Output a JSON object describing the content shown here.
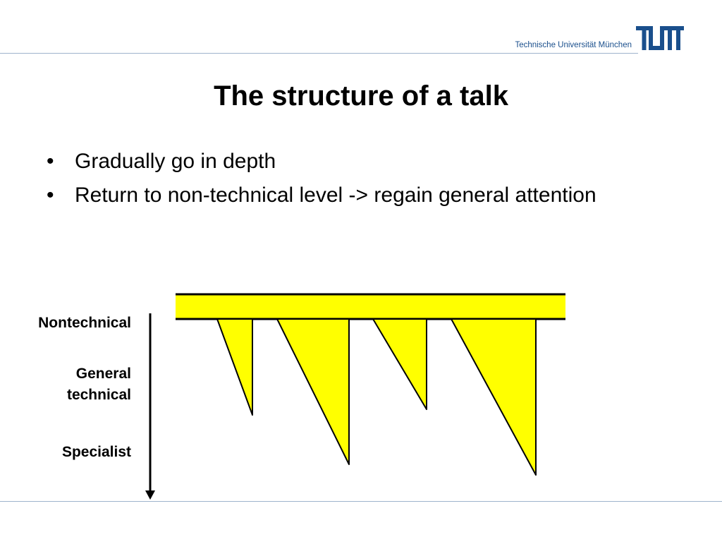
{
  "header": {
    "university": "Technische Universität München",
    "logo": "tum-logo"
  },
  "slide": {
    "title": "The structure of a talk",
    "bullets": [
      "Gradually go in depth",
      "Return to non-technical level -> regain general attention"
    ]
  },
  "diagram": {
    "levels": [
      {
        "label": "Nontechnical"
      },
      {
        "label": "General technical",
        "lines": [
          "General",
          "technical"
        ]
      },
      {
        "label": "Specialist"
      }
    ],
    "bar_color": "#ffff00",
    "spikes": [
      {
        "depth": "between General technical and Specialist"
      },
      {
        "depth": "below Specialist"
      },
      {
        "depth": "between General technical and Specialist"
      },
      {
        "depth": "below Specialist"
      }
    ]
  }
}
